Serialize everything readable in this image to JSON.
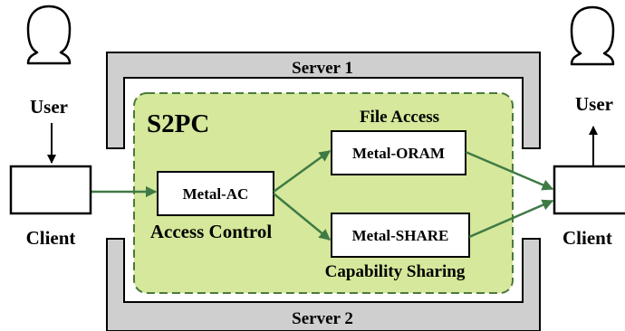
{
  "left_user": {
    "label": "User"
  },
  "right_user": {
    "label": "User"
  },
  "left_client": {
    "label": "Client"
  },
  "right_client": {
    "label": "Client"
  },
  "server_top": {
    "label": "Server 1"
  },
  "server_bottom": {
    "label": "Server 2"
  },
  "s2pc": {
    "label": "S2PC"
  },
  "metal_ac": {
    "label": "Metal-AC",
    "caption": "Access Control"
  },
  "metal_oram": {
    "label": "Metal-ORAM",
    "caption": "File Access"
  },
  "metal_share": {
    "label": "Metal-SHARE",
    "caption": "Capability Sharing"
  },
  "colors": {
    "server_fill": "#cfcfcf",
    "s2pc_fill": "#d5e89b",
    "s2pc_border": "#4a7a3a",
    "arrow_green": "#3f7a45"
  }
}
